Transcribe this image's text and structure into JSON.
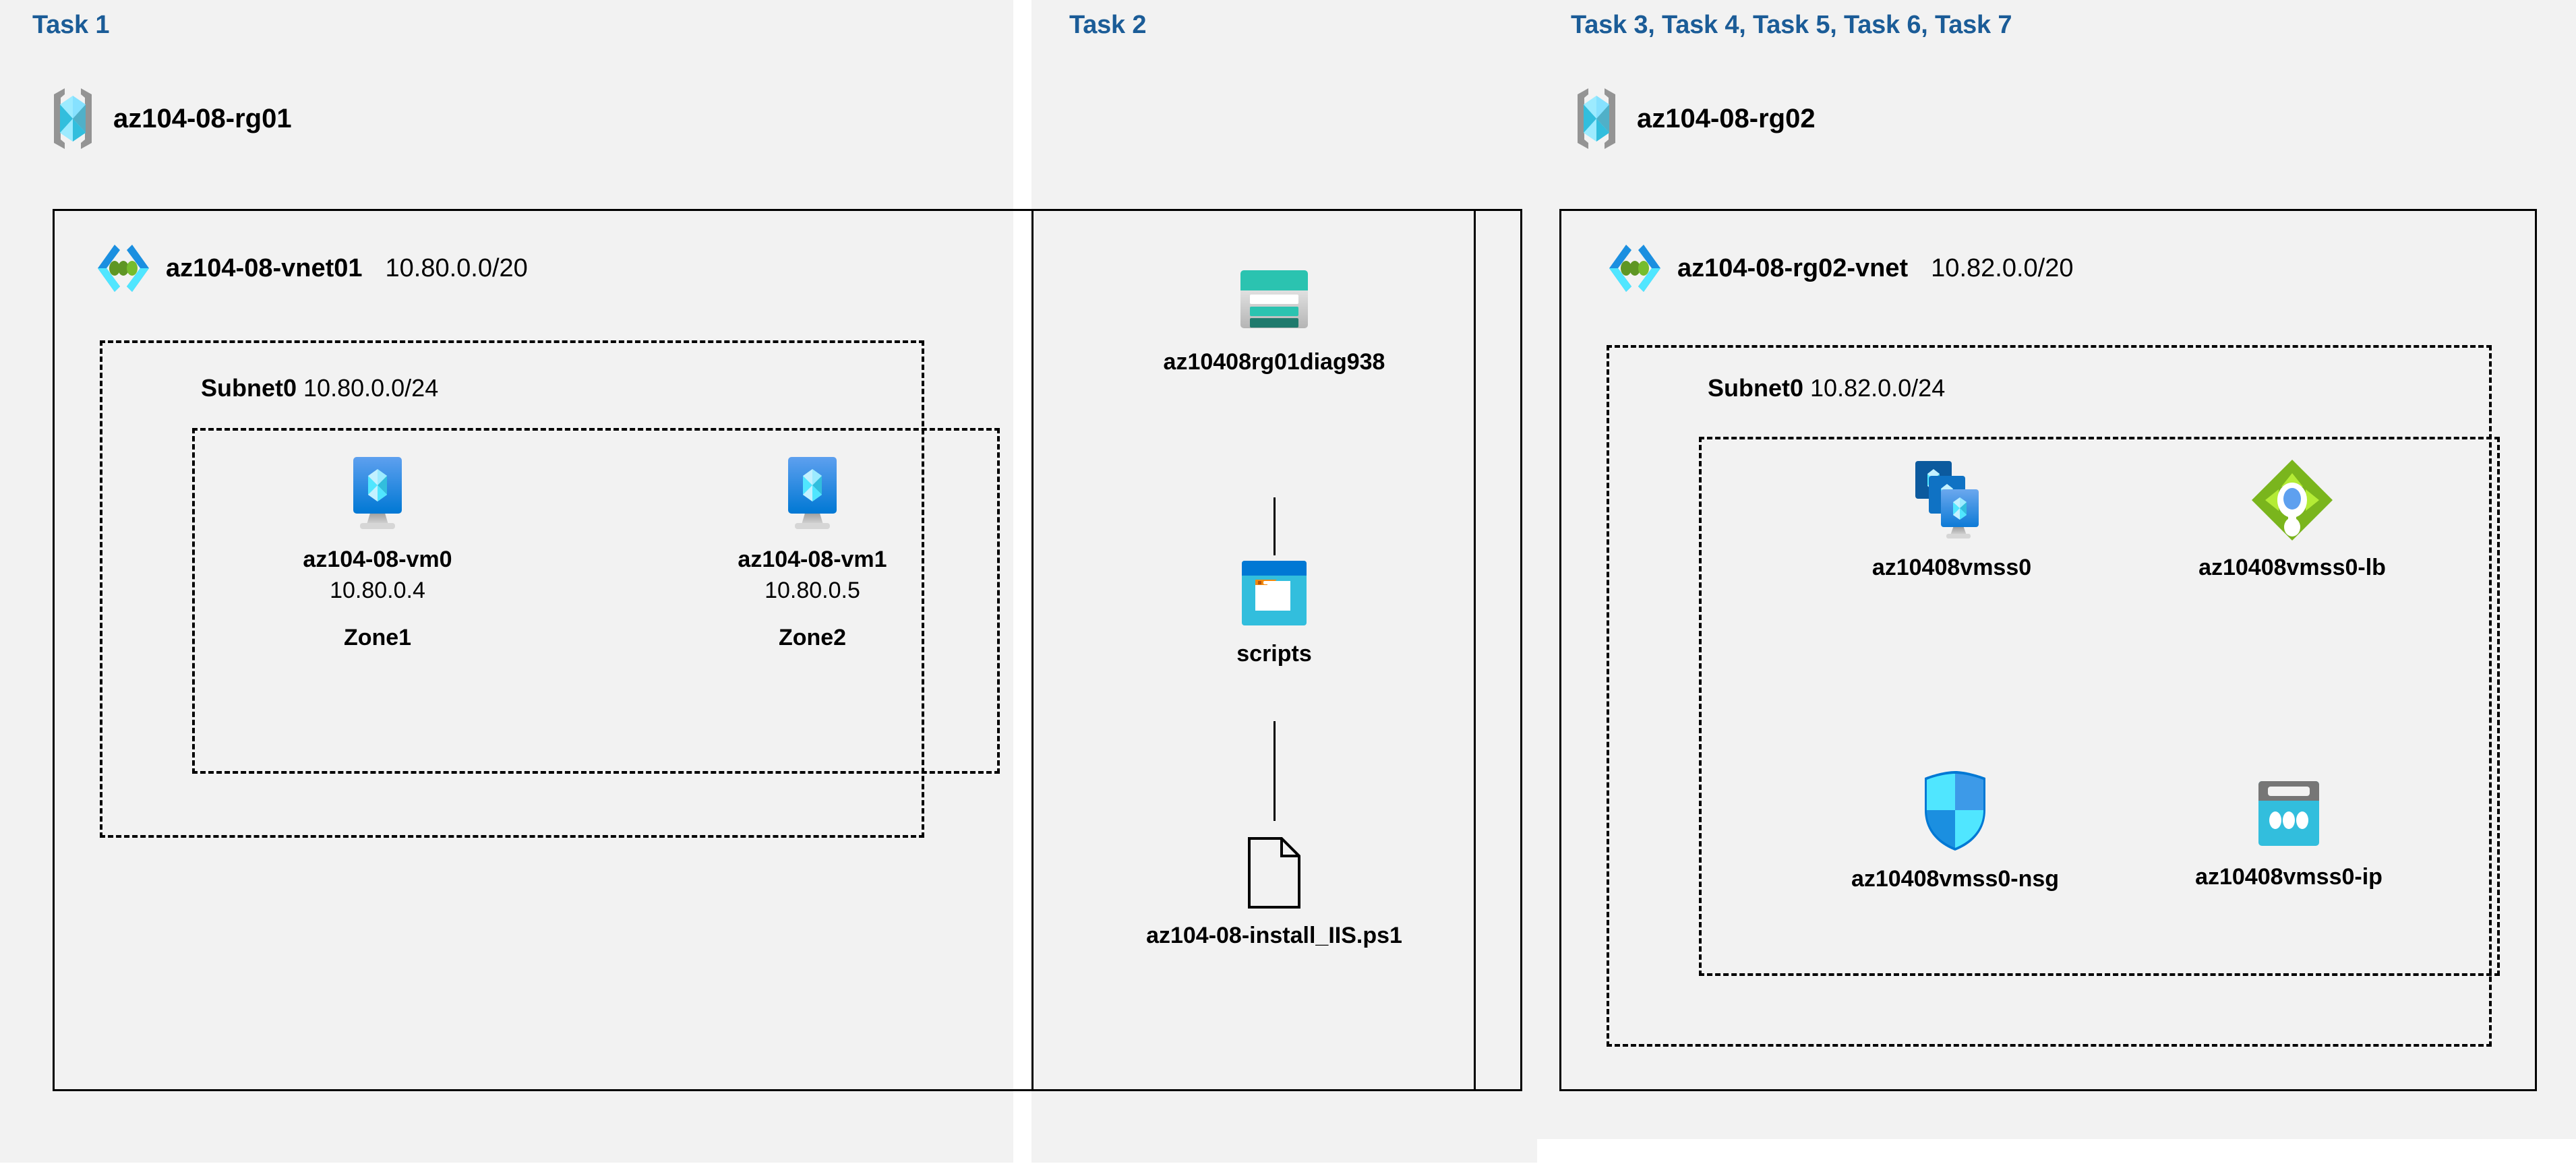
{
  "diagram": {
    "title": "Azure AZ-104 Lab 08 architecture",
    "background": "#f2f2f2",
    "accent_heading_color": "#1b5c97"
  },
  "panels": [
    {
      "id": "task1",
      "heading": "Task 1"
    },
    {
      "id": "task2",
      "heading": "Task 2"
    },
    {
      "id": "task3",
      "heading": "Task 3, Task 4, Task 5, Task 6, Task 7"
    }
  ],
  "resource_groups": [
    {
      "id": "rg01",
      "name": "az104-08-rg01",
      "icon": "resource-group-icon"
    },
    {
      "id": "rg02",
      "name": "az104-08-rg02",
      "icon": "resource-group-icon"
    }
  ],
  "vnets": [
    {
      "id": "vnet01",
      "name": "az104-08-vnet01",
      "cidr": "10.80.0.0/20",
      "icon": "virtual-network-icon"
    },
    {
      "id": "vnet02",
      "name": "az104-08-rg02-vnet",
      "cidr": "10.82.0.0/20",
      "icon": "virtual-network-icon"
    }
  ],
  "subnets": [
    {
      "id": "subnet0-vnet01",
      "name": "Subnet0",
      "cidr": "10.80.0.0/24"
    },
    {
      "id": "subnet0-vnet02",
      "name": "Subnet0",
      "cidr": "10.82.0.0/24"
    }
  ],
  "resources": {
    "vm0": {
      "name": "az104-08-vm0",
      "ip": "10.80.0.4",
      "zone": "Zone1",
      "icon": "virtual-machine-icon"
    },
    "vm1": {
      "name": "az104-08-vm1",
      "ip": "10.80.0.5",
      "zone": "Zone2",
      "icon": "virtual-machine-icon"
    },
    "storage": {
      "name": "az10408rg01diag938",
      "icon": "storage-account-icon"
    },
    "scripts": {
      "name": "scripts",
      "icon": "blob-container-icon"
    },
    "ps1": {
      "name": "az104-08-install_IIS.ps1",
      "icon": "file-icon"
    },
    "vmss": {
      "name": "az10408vmss0",
      "icon": "vm-scale-set-icon"
    },
    "lb": {
      "name": "az10408vmss0-lb",
      "icon": "load-balancer-icon"
    },
    "nsg": {
      "name": "az10408vmss0-nsg",
      "icon": "network-security-group-icon"
    },
    "ip": {
      "name": "az10408vmss0-ip",
      "icon": "public-ip-address-icon"
    }
  },
  "colors": {
    "heading_blue": "#1b5c97",
    "azure_blue": "#0078d4",
    "cyan": "#32bedd",
    "light_cyan": "#9cebff",
    "teal": "#2bc3b0",
    "teal_dark": "#1f7a6d",
    "green": "#7ab51d",
    "green_light": "#b4ec36",
    "gray": "#767676",
    "panel_bg": "#f2f2f2"
  }
}
